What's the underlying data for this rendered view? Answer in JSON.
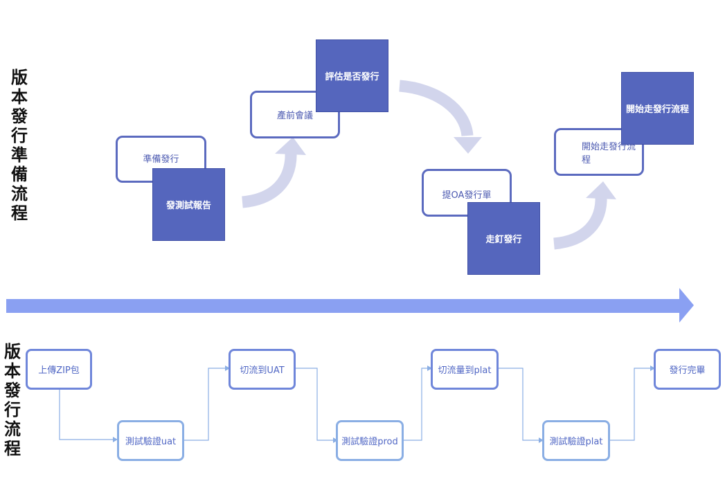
{
  "release_prep": {
    "title": "版本發行準備流程",
    "steps": {
      "prepare_release": "準備發行",
      "send_test_report": "發測試報告",
      "pre_release_meeting": "產前會議",
      "evaluate_release": "評估是否發行",
      "submit_oa_form": "提OA發行單",
      "go_release": "走釘發行",
      "start_release_flow": "開始走發行流程"
    }
  },
  "release_flow": {
    "title": "版本發行流程",
    "steps": {
      "upload_zip": "上傳ZIP包",
      "test_uat": "測試驗證uat",
      "switch_uat": "切流到UAT",
      "test_prod": "測試驗證prod",
      "switch_plat": "切流量到plat",
      "test_plat": "測試驗證plat",
      "release_done": "發行完畢"
    }
  },
  "colors": {
    "outline": "#5b6abf",
    "solid_fill": "#5566bd",
    "curved_arrow": "#d2d5ec",
    "timeline_arrow": "#8aa0f2",
    "connector": "#8aaee4"
  }
}
